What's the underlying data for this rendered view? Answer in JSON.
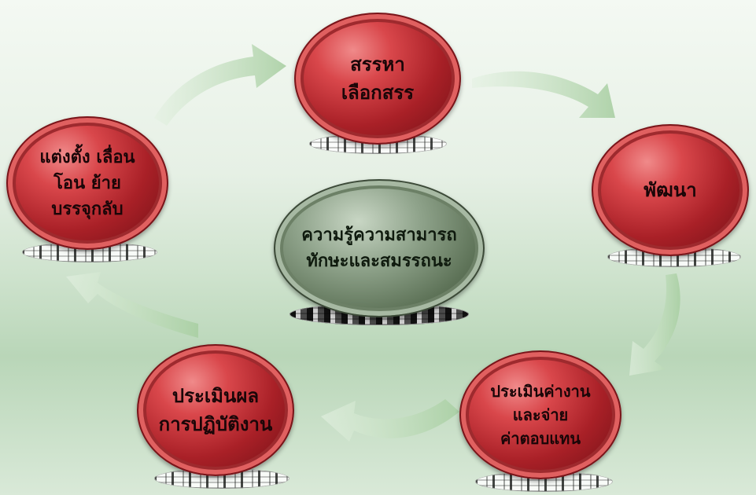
{
  "center": {
    "lines": [
      "ความรู้ความสามารถ",
      "ทักษะและสมรรถนะ"
    ]
  },
  "nodes": [
    {
      "id": "recruit",
      "lines": [
        "สรรหา",
        "เลือกสรร"
      ]
    },
    {
      "id": "develop",
      "lines": [
        "พัฒนา"
      ]
    },
    {
      "id": "compensation",
      "lines": [
        "ประเมินค่างาน",
        "และจ่าย",
        "ค่าตอบแทน"
      ]
    },
    {
      "id": "performance",
      "lines": [
        "ประเมินผล",
        "การปฏิบัติงาน"
      ]
    },
    {
      "id": "appoint",
      "lines": [
        "แต่งตั้ง เลื่อน",
        "โอน ย้าย",
        "บรรจุกลับ"
      ]
    }
  ],
  "colors": {
    "node": "#a92027",
    "center": "#5e7358",
    "arrow": "#b9d8b4"
  }
}
